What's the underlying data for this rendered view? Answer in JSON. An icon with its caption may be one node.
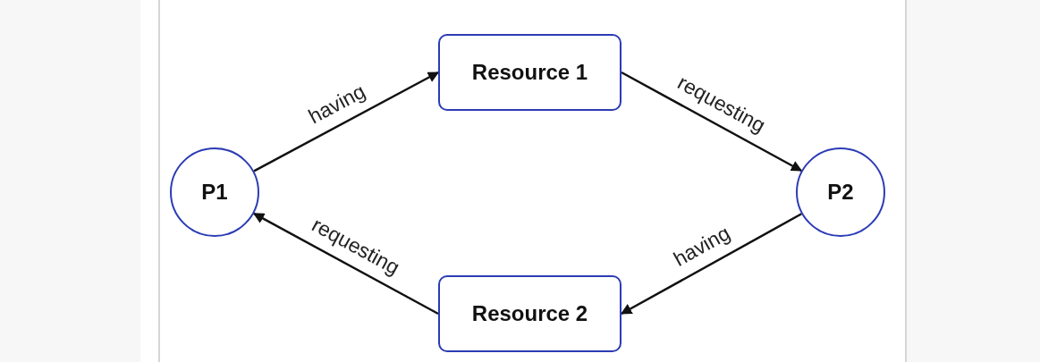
{
  "diagram": {
    "nodes": [
      {
        "text": [
          "P1"
        ]
      },
      {
        "text": [
          "Resource 1"
        ]
      },
      {
        "text": [
          "P2"
        ]
      },
      {
        "text": [
          "Resource 2"
        ]
      }
    ],
    "edges": [
      {
        "from": 0,
        "to": 1,
        "arrow": "to",
        "label": "having"
      },
      {
        "from": 1,
        "to": 2,
        "arrow": "to",
        "label": "requesting"
      },
      {
        "from": 2,
        "to": 3,
        "arrow": "to",
        "label": "having"
      },
      {
        "from": 3,
        "to": 0,
        "arrow": "to",
        "label": "requesting"
      }
    ]
  }
}
